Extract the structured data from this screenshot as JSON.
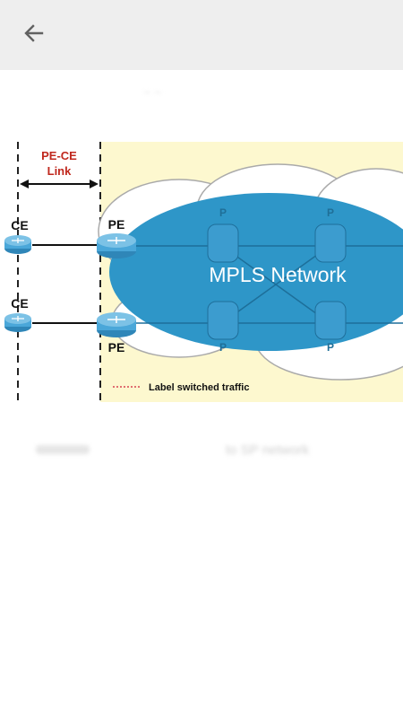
{
  "toolbar": {
    "back_icon": "arrow-left-icon"
  },
  "image": {
    "link_label_line1": "PE-CE",
    "link_label_line2": "Link",
    "ce_top": "CE",
    "ce_bottom": "CE",
    "pe_top": "PE",
    "pe_bottom": "PE",
    "p_top_left": "P",
    "p_top_right": "P",
    "p_bottom_left": "P",
    "p_bottom_right": "P",
    "network_label": "MPLS Network",
    "legend_text": "Label switched traffic",
    "faded_caption": "to SP network"
  },
  "colors": {
    "toolbar_bg": "#eeeeee",
    "panel_bg": "#fdf8cf",
    "cloud_fill": "#2e96c8",
    "router_fill": "#4aa7d9",
    "link_label": "#c0281e",
    "legend_dots": "#e07070"
  }
}
